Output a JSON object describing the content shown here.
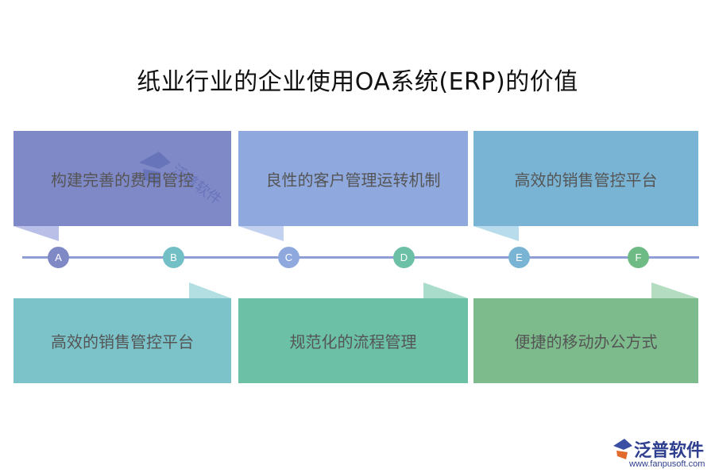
{
  "title": "纸业行业的企业使用OA系统(ERP)的价值",
  "top_cards": [
    {
      "label": "构建完善的费用管控",
      "color": "#8089c8",
      "tab_color": "#b9bfe6"
    },
    {
      "label": "良性的客户管理运转机制",
      "color": "#8fa9de",
      "tab_color": "#c3d1f0"
    },
    {
      "label": "高效的销售管控平台",
      "color": "#7ab4d4",
      "tab_color": "#b9dcec"
    }
  ],
  "bottom_cards": [
    {
      "label": "高效的销售管控平台",
      "color": "#7bc2c9",
      "tab_color": "#b4dfe2"
    },
    {
      "label": "规范化的流程管理",
      "color": "#6cc0a6",
      "tab_color": "#a9dcca"
    },
    {
      "label": "便捷的移动办公方式",
      "color": "#7dbb8c",
      "tab_color": "#b4dcc0"
    }
  ],
  "timeline_points": [
    {
      "label": "A",
      "color": "#7f89c6"
    },
    {
      "label": "B",
      "color": "#72bfc6"
    },
    {
      "label": "C",
      "color": "#8fa9de"
    },
    {
      "label": "D",
      "color": "#6cc0a6"
    },
    {
      "label": "E",
      "color": "#7ab4d4"
    },
    {
      "label": "F",
      "color": "#6fbb86"
    }
  ],
  "watermark": {
    "text": "泛普软件"
  },
  "logo": {
    "name": "泛普软件",
    "url": "www.fanpusoft.com"
  }
}
